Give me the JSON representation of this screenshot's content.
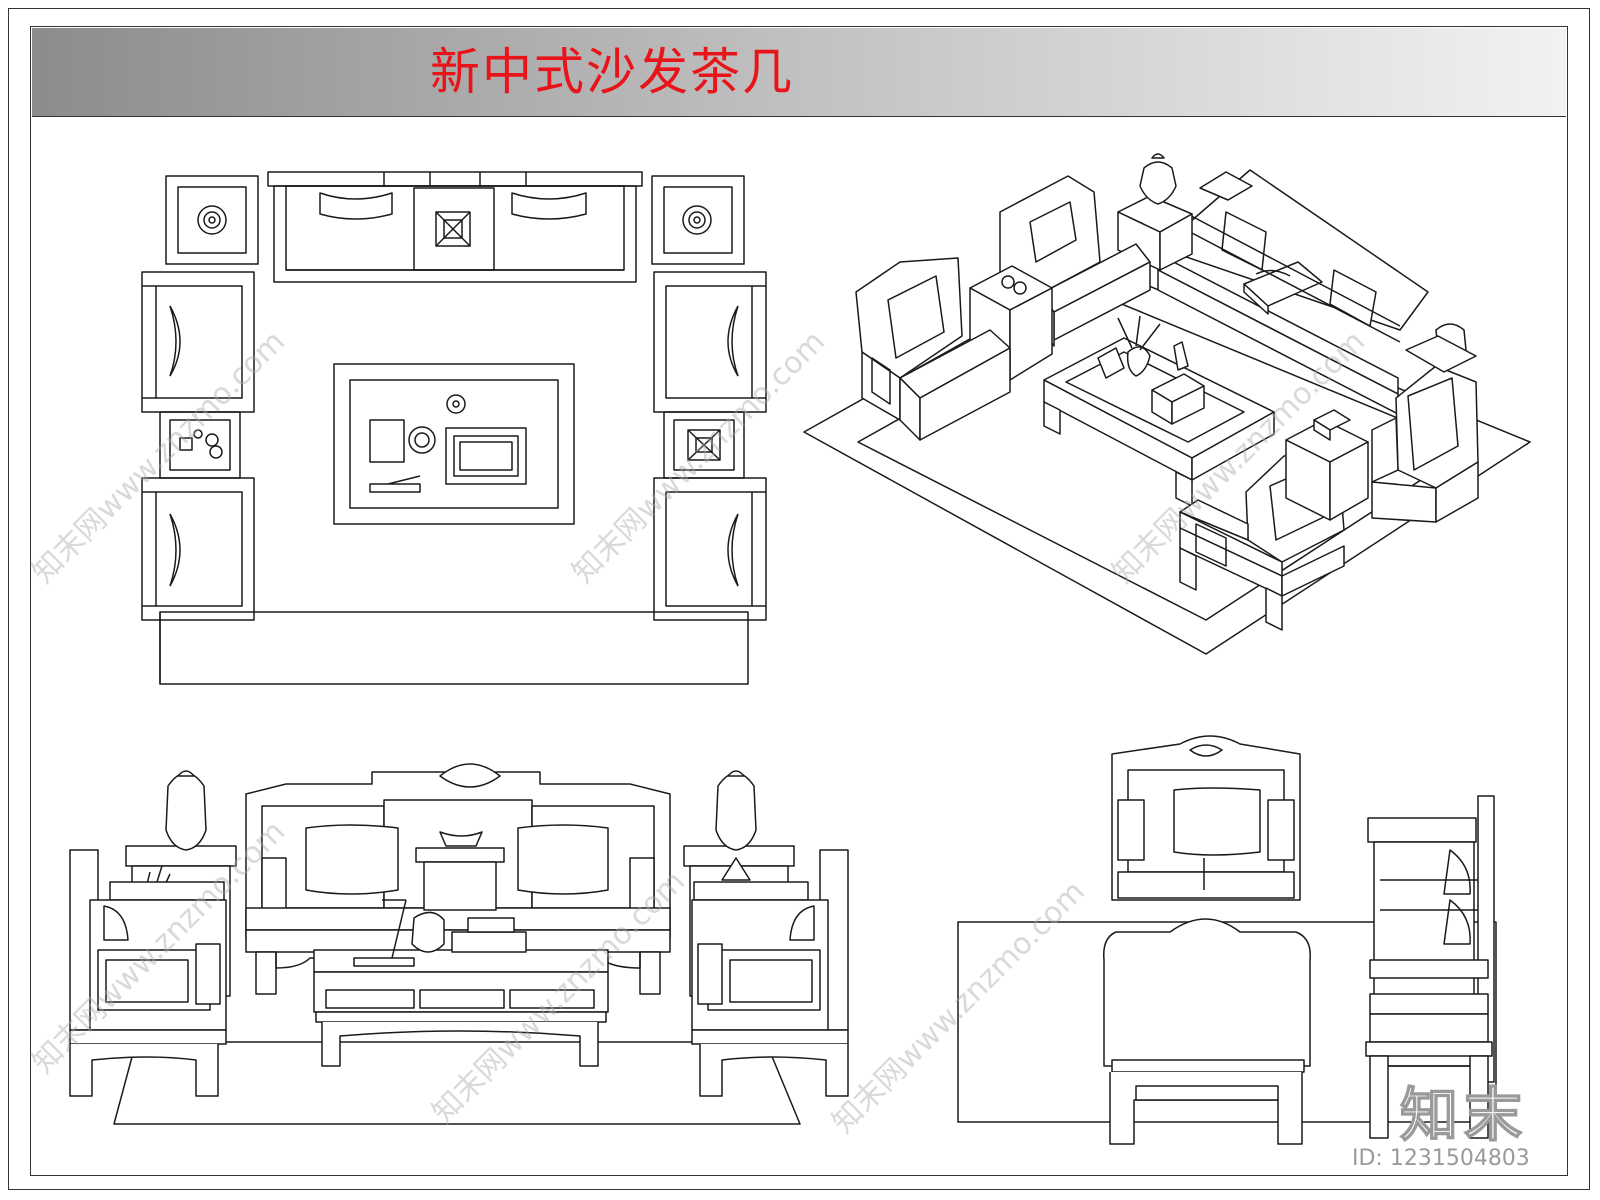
{
  "title": "新中式沙发茶几",
  "watermark_text": "知末网www.znzmo.com",
  "logo_text": "知末",
  "id_label": "ID: 1231504803",
  "colors": {
    "title": "#e8141a",
    "line": "#1a1a1a",
    "watermark": "#aaaaaa"
  }
}
